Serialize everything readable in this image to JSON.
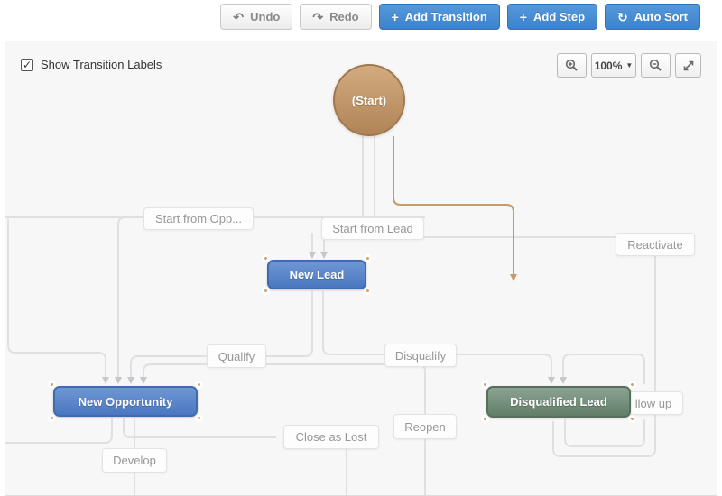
{
  "icons": {
    "undo": "↶",
    "redo": "↷",
    "plus": "+",
    "refresh": "↻",
    "caret_down": "▼",
    "check": "✓"
  },
  "colors": {
    "accent_blue": "#4587ce",
    "node_blue": "#5584c8",
    "node_green": "#6d8a74",
    "node_tan": "#bd9569",
    "connector_gray": "#e0e0e3",
    "connector_brown": "#c49b6d"
  },
  "toolbar": {
    "undo_label": "Undo",
    "redo_label": "Redo",
    "add_transition_label": "Add Transition",
    "add_step_label": "Add Step",
    "auto_sort_label": "Auto Sort"
  },
  "canvas": {
    "show_transition_labels": {
      "checked": true,
      "label": "Show Transition Labels"
    },
    "zoom_level": "100%"
  },
  "diagram": {
    "start_node": {
      "label": "(Start)"
    },
    "steps": [
      {
        "label": "New Lead"
      },
      {
        "label": "New Opportunity"
      },
      {
        "label": "Disqualified Lead"
      }
    ],
    "transitions": [
      {
        "label": "Start from Opp..."
      },
      {
        "label": "Start from Lead"
      },
      {
        "label": "Reactivate"
      },
      {
        "label": "Qualify"
      },
      {
        "label": "Disqualify"
      },
      {
        "label": "Close as Lost"
      },
      {
        "label": "Reopen"
      },
      {
        "label": "Develop"
      },
      {
        "label": "llow up"
      }
    ]
  }
}
